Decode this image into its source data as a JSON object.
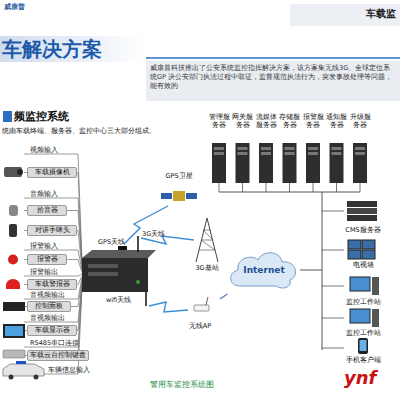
{
  "diagram": {
    "title": "车解决方案",
    "caption": "警用车监控系统图",
    "nodes": [
      {
        "text": [
          "车载摄像机"
        ]
      },
      {
        "text": [
          "拾音器"
        ]
      },
      {
        "text": [
          "对讲手咪头"
        ]
      },
      {
        "text": [
          "报警器"
        ]
      },
      {
        "text": [
          "车载警报器"
        ]
      },
      {
        "text": [
          "控制面板"
        ]
      },
      {
        "text": [
          "车载显示器"
        ]
      },
      {
        "text": [
          "车载云台控制键盘"
        ]
      },
      {
        "text": [
          "GPS卫星"
        ]
      },
      {
        "text": [
          "3G基站"
        ]
      },
      {
        "text": [
          "Internet"
        ]
      },
      {
        "text": [
          "无线AP"
        ]
      },
      {
        "text": [
          "管理服务器"
        ]
      },
      {
        "text": [
          "网关服务器"
        ]
      },
      {
        "text": [
          "流媒体服务器"
        ]
      },
      {
        "text": [
          "存储服务器"
        ]
      },
      {
        "text": [
          "报警服务器"
        ]
      },
      {
        "text": [
          "通知服务器"
        ]
      },
      {
        "text": [
          "升级服务器"
        ]
      },
      {
        "text": [
          "CMS服务器"
        ]
      },
      {
        "text": [
          "电视墙"
        ]
      },
      {
        "text": [
          "监控工作站"
        ]
      },
      {
        "text": [
          "监控工作站"
        ]
      },
      {
        "text": [
          "手机客户端"
        ]
      }
    ],
    "edges": [
      {
        "from": 9,
        "to": 10,
        "arrow": "none"
      },
      {
        "from": 11,
        "to": 10,
        "arrow": "none"
      }
    ],
    "labels": [
      "威康普",
      "车载监",
      "威康普科技推出了公安系统监控指挥解决方案，该方案集无线3G、全球定位系统GP 决公安部门执法过程中取证，监督规范执法行为，突发事故处理等问题，能有效的",
      "频监控系统",
      "统由车载终端、服务器、监控中心三大部分组成。",
      "视频输入",
      "音频输入",
      "报警输入",
      "报警输出",
      "音视频输出",
      "音视频输出",
      "RS485串口连接",
      "车辆信息输入",
      "GPS天线",
      "3G天线",
      "wifi天线",
      "ynf"
    ]
  }
}
